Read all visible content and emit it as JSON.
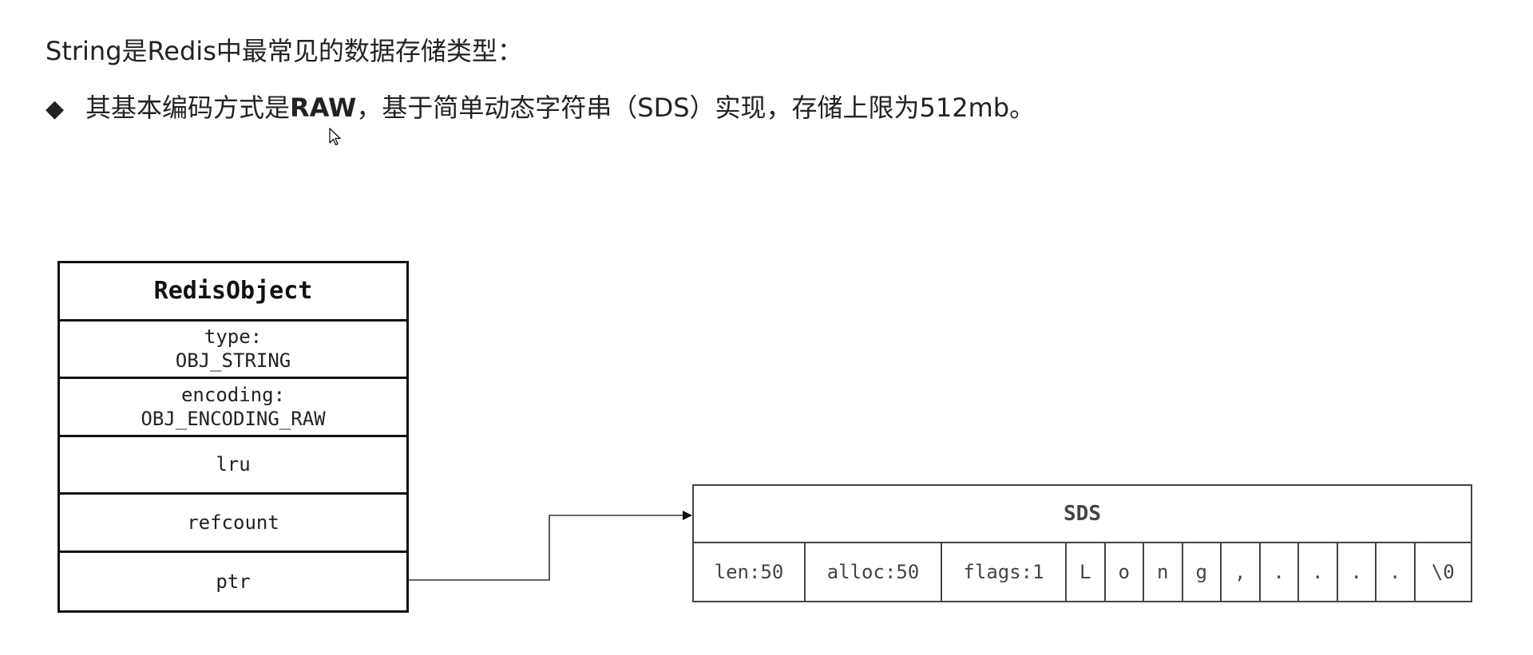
{
  "heading": "String是Redis中最常见的数据存储类型：",
  "bullet": {
    "symbol": "◆",
    "text_before": "其基本编码方式是",
    "text_bold": "RAW",
    "text_after": "，基于简单动态字符串（SDS）实现，存储上限为512mb。"
  },
  "redis_object": {
    "title": "RedisObject",
    "type_label": "type:",
    "type_value": "OBJ_STRING",
    "encoding_label": "encoding:",
    "encoding_value": "OBJ_ENCODING_RAW",
    "lru": "lru",
    "refcount": "refcount",
    "ptr": "ptr"
  },
  "sds": {
    "title": "SDS",
    "len": "len:50",
    "alloc": "alloc:50",
    "flags": "flags:1",
    "chars": [
      "L",
      "o",
      "n",
      "g",
      ",",
      ".",
      ".",
      ".",
      "."
    ],
    "terminator": "\\0"
  },
  "icons": {
    "cursor": "mouse-pointer-icon",
    "arrow": "arrow-connector"
  },
  "colors": {
    "text": "#222222",
    "border_dark": "#111111",
    "border_sds": "#444444"
  }
}
